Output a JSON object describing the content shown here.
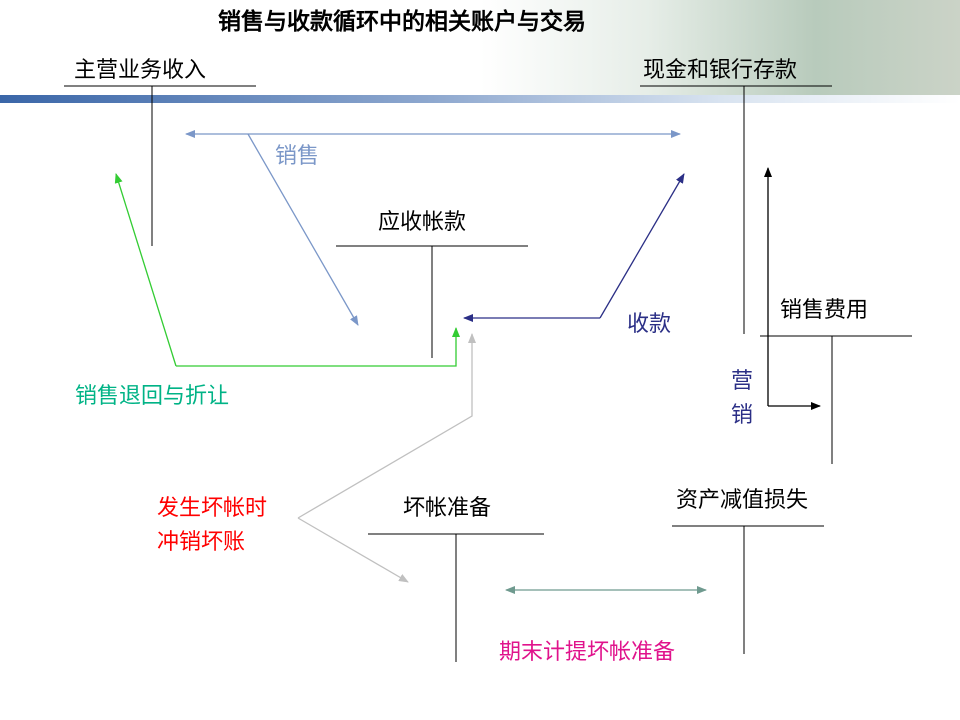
{
  "title": "销售与收款循环中的相关账户与交易",
  "accounts": {
    "main_revenue": "主营业务收入",
    "cash_bank": "现金和银行存款",
    "receivables": "应收帐款",
    "selling_expense": "销售费用",
    "bad_debt_reserve": "坏帐准备",
    "impairment_loss": "资产减值损失"
  },
  "flows": {
    "sales": "销售",
    "collection": "收款",
    "returns": "销售退回与折让",
    "marketing_1": "营",
    "marketing_2": "销",
    "writeoff_1": "发生坏帐时",
    "writeoff_2": "冲销坏账",
    "provision": "期末计提坏帐准备"
  },
  "colors": {
    "sales": "#7b97c8",
    "collection": "#2b2f86",
    "returns": "#33cc33",
    "returns_text": "#00b386",
    "writeoff": "#c0c0c0",
    "writeoff_text": "#ff0000",
    "provision": "#6f9a8f",
    "provision_text": "#e0138c",
    "black": "#000000"
  }
}
